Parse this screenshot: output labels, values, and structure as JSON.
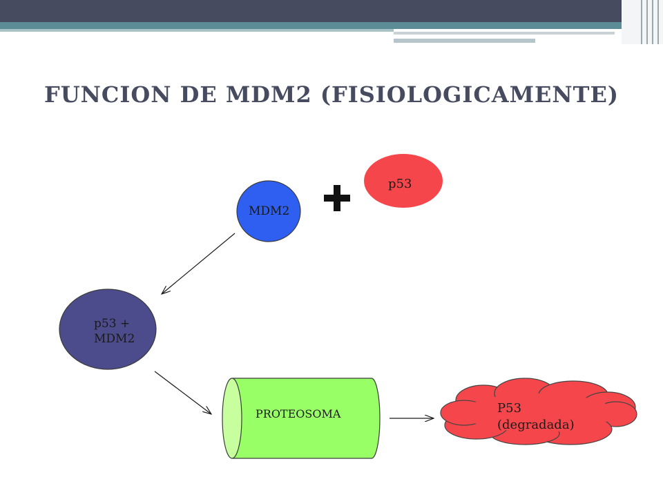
{
  "slide": {
    "title": "FUNCION DE MDM2 (FISIOLOGICAMENTE)"
  },
  "diagram": {
    "nodes": {
      "mdm2": {
        "label": "MDM2",
        "color": "#2f5ff0"
      },
      "p53": {
        "label": "p53",
        "color": "#f5474b"
      },
      "complex": {
        "label_line1": "p53 +",
        "label_line2": "MDM2",
        "color": "#4c4c8c"
      },
      "proteasome": {
        "label": "PROTEOSOMA",
        "color": "#99ff66"
      },
      "degraded": {
        "label_line1": "P53",
        "label_line2": "(degradada)",
        "color": "#f5474b"
      }
    },
    "operator": "plus",
    "edges": [
      {
        "from": "mdm2",
        "to": "complex"
      },
      {
        "from": "complex",
        "to": "proteasome"
      },
      {
        "from": "proteasome",
        "to": "degraded"
      }
    ]
  },
  "theme": {
    "header_dark": "#464b5f",
    "header_teal": "#5c8d96"
  }
}
